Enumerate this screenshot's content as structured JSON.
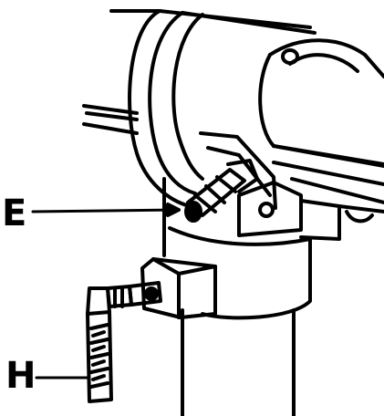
{
  "callouts": [
    {
      "id": "E",
      "text": "E"
    },
    {
      "id": "H",
      "text": "H"
    }
  ],
  "colors": {
    "ink": "#000000",
    "paper": "#ffffff"
  }
}
